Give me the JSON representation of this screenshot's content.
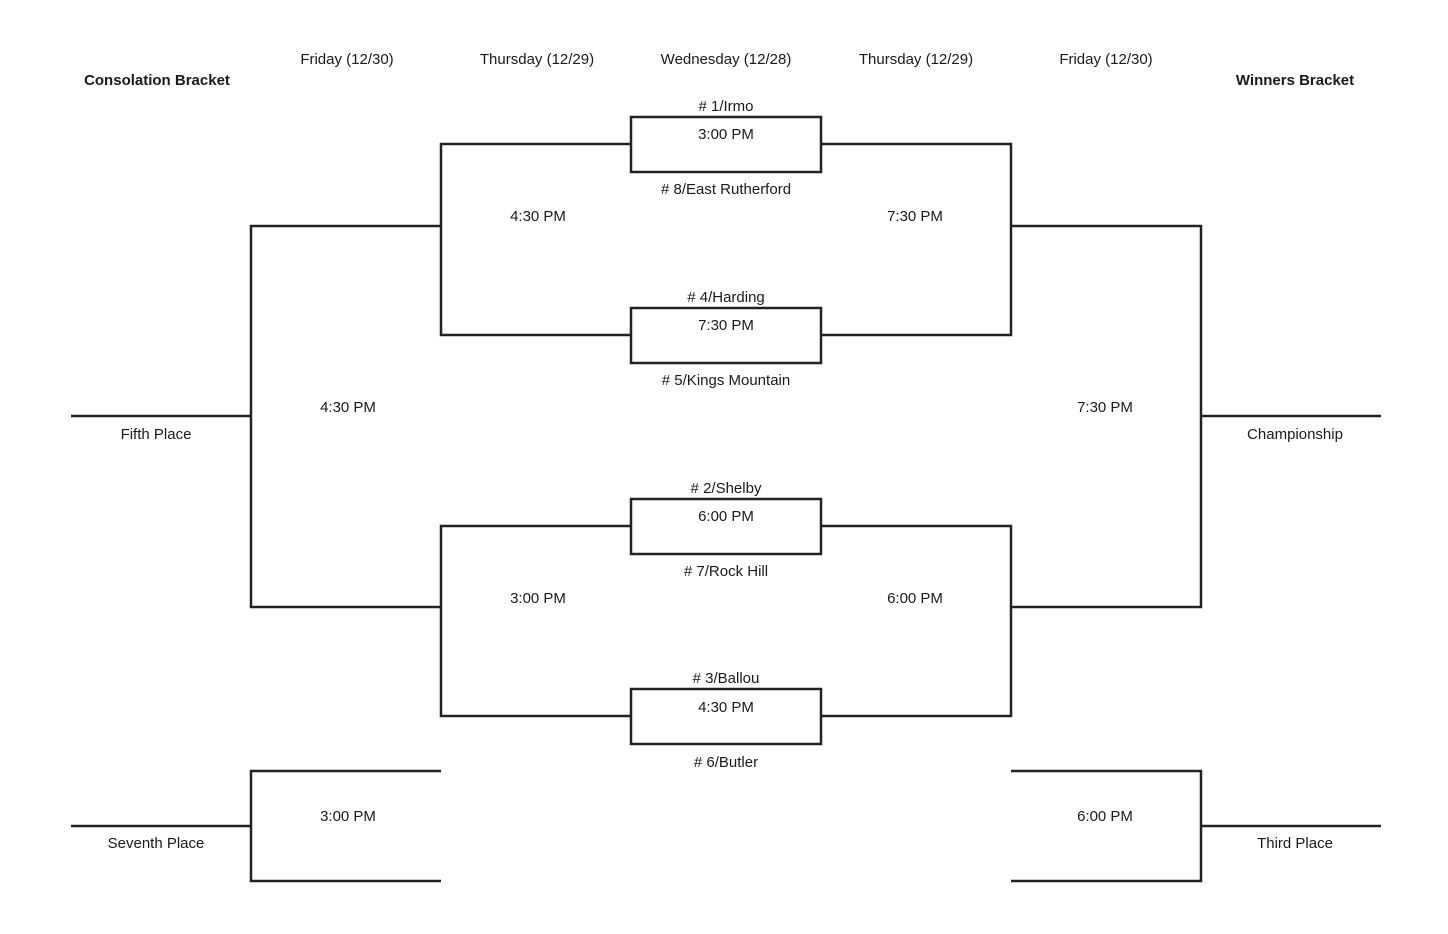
{
  "headers": {
    "consolation": "Consolation Bracket",
    "winners": "Winners Bracket",
    "days": [
      "Friday (12/30)",
      "Thursday (12/29)",
      "Wednesday (12/28)",
      "Thursday (12/29)",
      "Friday (12/30)"
    ]
  },
  "first_round": [
    {
      "top_team": "# 1/Irmo",
      "time": "3:00 PM",
      "bottom_team": "# 8/East Rutherford"
    },
    {
      "top_team": "# 4/Harding",
      "time": "7:30 PM",
      "bottom_team": "# 5/Kings Mountain"
    },
    {
      "top_team": "# 2/Shelby",
      "time": "6:00 PM",
      "bottom_team": "# 7/Rock Hill"
    },
    {
      "top_team": "# 3/Ballou",
      "time": "4:30 PM",
      "bottom_team": "# 6/Butler"
    }
  ],
  "consolation_semis": [
    "4:30 PM",
    "3:00 PM"
  ],
  "winners_semis": [
    "7:30 PM",
    "6:00 PM"
  ],
  "fifth_place": {
    "label": "Fifth Place",
    "time": "4:30 PM"
  },
  "seventh_place": {
    "label": "Seventh Place",
    "time": "3:00 PM"
  },
  "championship": {
    "label": "Championship",
    "time": "7:30 PM"
  },
  "third_place": {
    "label": "Third Place",
    "time": "6:00 PM"
  },
  "line_color": "#222222"
}
